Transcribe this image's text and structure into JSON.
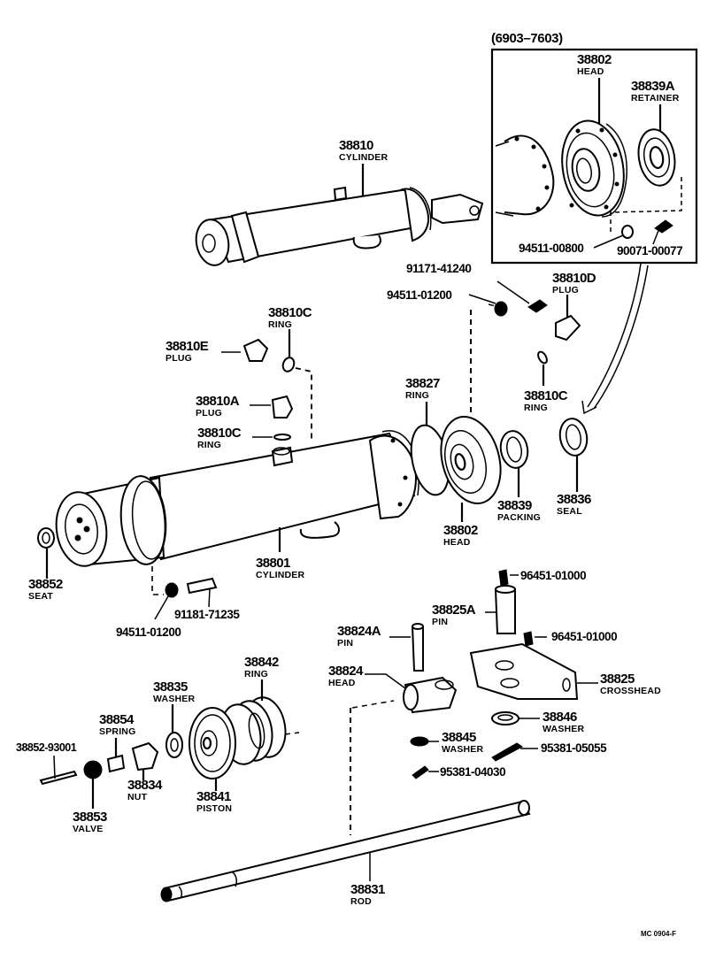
{
  "diagram": {
    "inset": {
      "range": "(6903–7603)",
      "parts": [
        {
          "number": "38802",
          "name": "HEAD"
        },
        {
          "number": "38839A",
          "name": "RETAINER"
        },
        {
          "number": "94511-00800"
        },
        {
          "number": "90071-00077"
        }
      ]
    },
    "parts": [
      {
        "number": "38810",
        "name": "CYLINDER"
      },
      {
        "number": "91171-41240"
      },
      {
        "number": "94511-01200"
      },
      {
        "number": "38810D",
        "name": "PLUG"
      },
      {
        "number": "38810C",
        "name": "RING"
      },
      {
        "number": "38810E",
        "name": "PLUG"
      },
      {
        "number": "38810A",
        "name": "PLUG"
      },
      {
        "number": "38810C",
        "name": "RING"
      },
      {
        "number": "38827",
        "name": "RING"
      },
      {
        "number": "38810C",
        "name": "RING"
      },
      {
        "number": "38839",
        "name": "PACKING"
      },
      {
        "number": "38836",
        "name": "SEAL"
      },
      {
        "number": "38802",
        "name": "HEAD"
      },
      {
        "number": "38801",
        "name": "CYLINDER"
      },
      {
        "number": "38852",
        "name": "SEAT"
      },
      {
        "number": "94511-01200"
      },
      {
        "number": "91181-71235"
      },
      {
        "number": "96451-01000"
      },
      {
        "number": "38825A",
        "name": "PIN"
      },
      {
        "number": "38824A",
        "name": "PIN"
      },
      {
        "number": "96451-01000"
      },
      {
        "number": "38824",
        "name": "HEAD"
      },
      {
        "number": "38825",
        "name": "CROSSHEAD"
      },
      {
        "number": "38846",
        "name": "WASHER"
      },
      {
        "number": "38845",
        "name": "WASHER"
      },
      {
        "number": "95381-05055"
      },
      {
        "number": "95381-04030"
      },
      {
        "number": "38842",
        "name": "RING"
      },
      {
        "number": "38835",
        "name": "WASHER"
      },
      {
        "number": "38854",
        "name": "SPRING"
      },
      {
        "number": "38852-93001"
      },
      {
        "number": "38834",
        "name": "NUT"
      },
      {
        "number": "38841",
        "name": "PISTON"
      },
      {
        "number": "38853",
        "name": "VALVE"
      },
      {
        "number": "38831",
        "name": "ROD"
      }
    ],
    "figure_code": "MC 0904-F"
  }
}
